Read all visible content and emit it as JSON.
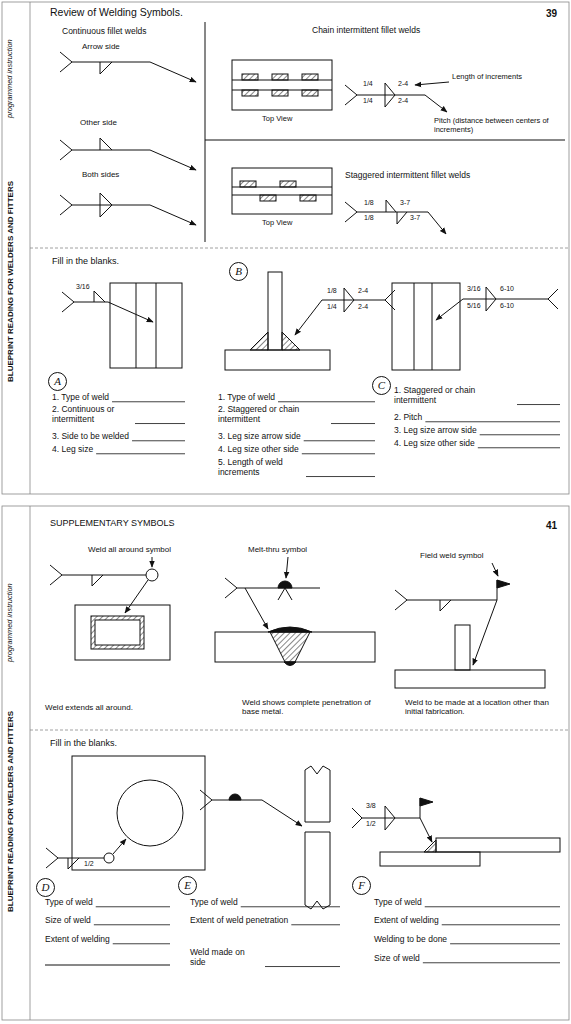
{
  "diagram": {
    "nodes": [
      {
        "text": [
          "A"
        ]
      },
      {
        "text": [
          "B"
        ]
      },
      {
        "text": [
          "C"
        ]
      },
      {
        "text": [
          "D"
        ]
      },
      {
        "text": [
          "E"
        ]
      },
      {
        "text": [
          "F"
        ]
      }
    ],
    "labels": [
      "Review of Welding Symbols.",
      "39",
      "programmed instruction",
      "BLUEPRINT READING FOR WELDERS AND FITTERS",
      "Continuous fillet welds",
      "Arrow side",
      "Other side",
      "Both sides",
      "Chain intermittent fillet welds",
      "Length of increments",
      "1/4",
      "1/4",
      "2-4",
      "2-4",
      "Pitch (distance between centers of increments)",
      "Top View",
      "Top View",
      "Staggered intermittent fillet welds",
      "1/8",
      "1/8",
      "3-7",
      "3-7",
      "Fill in the blanks.",
      "3/16",
      "1. Type of weld",
      "2. Continuous or intermittent",
      "3. Side to be welded",
      "4. Leg size",
      "1/8",
      "1/4",
      "2-4",
      "2-4",
      "1. Type of weld",
      "2. Staggered or chain intermittent",
      "3. Leg size arrow side",
      "4. Leg size other side",
      "5. Length of weld increments",
      "3/16",
      "5/16",
      "6-10",
      "6-10",
      "1. Staggered or chain intermittent",
      "2. Pitch",
      "3. Leg size arrow side",
      "4. Leg size other side",
      "SUPPLEMENTARY SYMBOLS",
      "41",
      "programmed instruction",
      "BLUEPRINT READING FOR WELDERS AND FITTERS",
      "Weld all around symbol",
      "Melt-thru symbol",
      "Field weld symbol",
      "Weld extends all around.",
      "Weld shows complete penetration of base metal.",
      "Weld to be made at a location other than initial fabrication.",
      "Fill in the blanks.",
      "1/2",
      "Type of weld",
      "Size of weld",
      "Extent of welding",
      "Type of weld",
      "Extent of weld penetration",
      "Weld made on side",
      "3/8",
      "1/2",
      "Type of weld",
      "Extent of welding",
      "Welding to be done",
      "Size of weld"
    ]
  }
}
